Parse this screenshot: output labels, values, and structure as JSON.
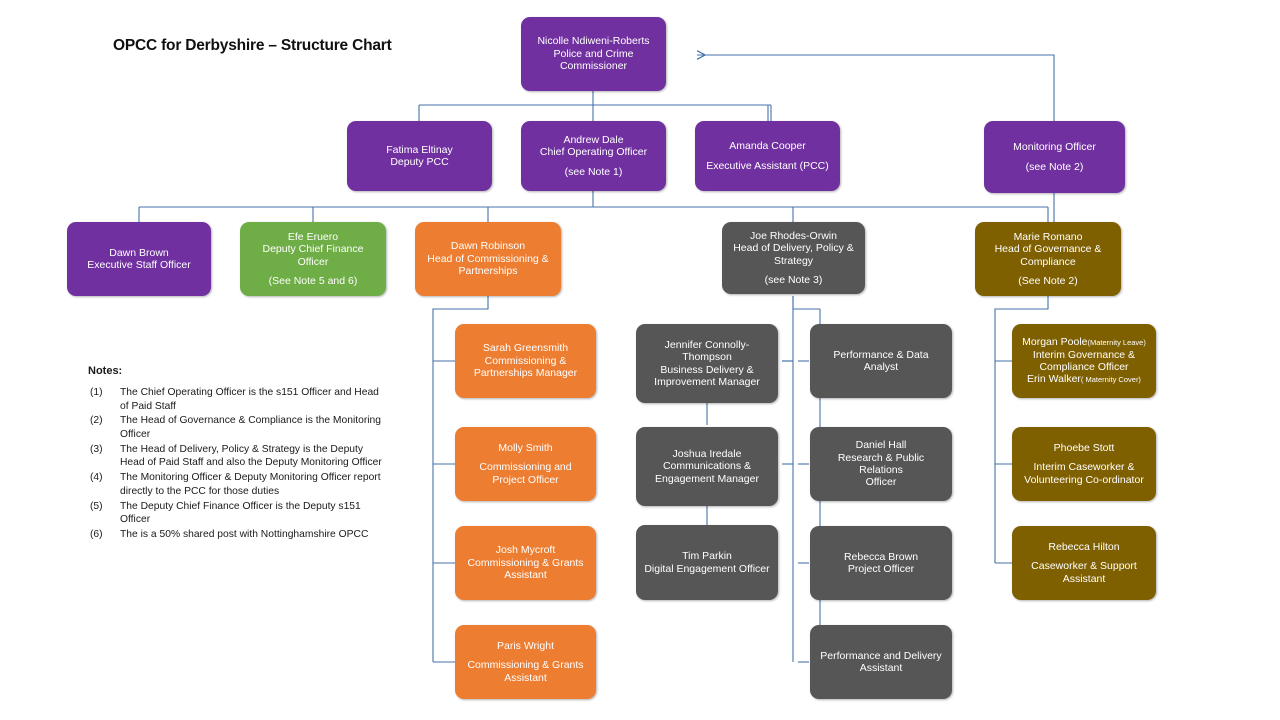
{
  "title": "OPCC for Derbyshire – Structure Chart",
  "colors": {
    "purple": "#7030A0",
    "green": "#6FAD46",
    "orange": "#ED7D31",
    "grey": "#565656",
    "gold": "#7F6000",
    "connector": "#4472A8",
    "text_on_box": "#FFFFFF",
    "page_background": "#FFFFFF"
  },
  "nodes": {
    "pcc": {
      "name": "Nicolle Ndiweni-Roberts",
      "role": "Police and Crime",
      "role2": "Commissioner"
    },
    "deputy_pcc": {
      "name": "Fatima Eltinay",
      "role": "Deputy PCC"
    },
    "coo": {
      "name": "Andrew Dale",
      "role": "Chief Operating Officer",
      "note": "(see Note 1)"
    },
    "exec_assistant": {
      "name": "Amanda Cooper",
      "role": "Executive Assistant (PCC)"
    },
    "monitoring_officer": {
      "name": "Monitoring Officer",
      "note": "(see Note 2)"
    },
    "exec_staff_officer": {
      "name": "Dawn Brown",
      "role": "Executive Staff Officer"
    },
    "deputy_cfo": {
      "name": "Efe Eruero",
      "role": "Deputy Chief Finance",
      "role2": "Officer",
      "note": "(See Note 5 and 6)"
    },
    "head_commissioning": {
      "name": "Dawn Robinson",
      "role": "Head of Commissioning &",
      "role2": "Partnerships"
    },
    "head_delivery": {
      "name": "Joe Rhodes-Orwin",
      "role": "Head of Delivery, Policy &",
      "role2": "Strategy",
      "note": "(see Note 3)"
    },
    "head_governance": {
      "name": "Marie Romano",
      "role": "Head of Governance &",
      "role2": "Compliance",
      "note": "(See Note 2)"
    },
    "commissioning_manager": {
      "name": "Sarah Greensmith",
      "role": "Commissioning &",
      "role2": "Partnerships Manager"
    },
    "commissioning_project_officer": {
      "name": "Molly Smith",
      "role": "Commissioning and",
      "role2": "Project Officer"
    },
    "grants_assistant_1": {
      "name": "Josh Mycroft",
      "role": "Commissioning & Grants",
      "role2": "Assistant"
    },
    "grants_assistant_2": {
      "name": "Paris Wright",
      "role": "Commissioning & Grants",
      "role2": "Assistant"
    },
    "business_delivery_manager": {
      "name": "Jennifer Connolly-",
      "name2": "Thompson",
      "role": "Business Delivery &",
      "role2": "Improvement Manager"
    },
    "communications_manager": {
      "name": "Joshua Iredale",
      "role": "Communications &",
      "role2": "Engagement Manager"
    },
    "digital_engagement_officer": {
      "name": "Tim Parkin",
      "role": "Digital Engagement Officer"
    },
    "performance_data_analyst": {
      "role": "Performance & Data",
      "role2": "Analyst"
    },
    "research_pr_officer": {
      "name": "Daniel Hall",
      "role": "Research & Public Relations",
      "role2": "Officer"
    },
    "project_officer": {
      "name": "Rebecca Brown",
      "role": "Project Officer"
    },
    "performance_delivery_assistant": {
      "role": "Performance and Delivery",
      "role2": "Assistant"
    },
    "governance_compliance_officer": {
      "name": "Morgan Poole",
      "name_suffix": "(Maternity Leave)",
      "role": "Interim Governance &",
      "role2": "Compliance Officer",
      "cover_name": "Erin Walker",
      "cover_suffix": "( Maternity Cover)"
    },
    "interim_caseworker": {
      "name": "Phoebe Stott",
      "role": "Interim Caseworker &",
      "role2": "Volunteering Co-ordinator"
    },
    "caseworker_support": {
      "name": "Rebecca Hilton",
      "role": "Caseworker & Support",
      "role2": "Assistant"
    }
  },
  "notes": {
    "heading": "Notes:",
    "items": [
      {
        "num": "(1)",
        "text": "The Chief Operating Officer is the s151 Officer and Head of Paid Staff"
      },
      {
        "num": "(2)",
        "text": "The Head of Governance & Compliance is the Monitoring Officer"
      },
      {
        "num": "(3)",
        "text": "The Head of Delivery, Policy & Strategy is the Deputy Head of Paid Staff and also the Deputy Monitoring Officer"
      },
      {
        "num": "(4)",
        "text": "The Monitoring Officer & Deputy Monitoring Officer report directly to the PCC for those duties"
      },
      {
        "num": "(5)",
        "text": "The Deputy Chief Finance Officer is the Deputy s151 Officer"
      },
      {
        "num": "(6)",
        "text": "The is a 50% shared post with Nottinghamshire OPCC"
      }
    ]
  }
}
